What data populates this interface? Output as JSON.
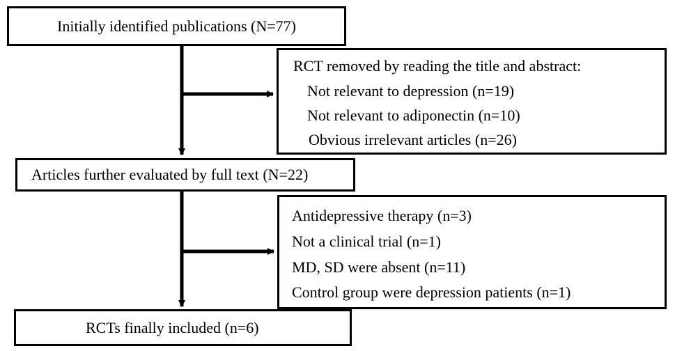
{
  "flowchart": {
    "identified": "Initially identified publications (N=77)",
    "removed": {
      "heading": "RCT removed by reading the title and abstract:",
      "items": [
        "Not relevant to depression (n=19)",
        "Not relevant to adiponectin (n=10)",
        "Obvious irrelevant articles (n=26)"
      ]
    },
    "full_text": "Articles further evaluated by full text (N=22)",
    "excluded": {
      "items": [
        "Antidepressive therapy (n=3)",
        "Not a clinical trial (n=1)",
        "MD, SD were absent (n=11)",
        "Control group were depression patients (n=1)"
      ]
    },
    "included": "RCTs finally included (n=6)"
  },
  "colors": {
    "line": "#000000",
    "background": "#ffffff"
  }
}
